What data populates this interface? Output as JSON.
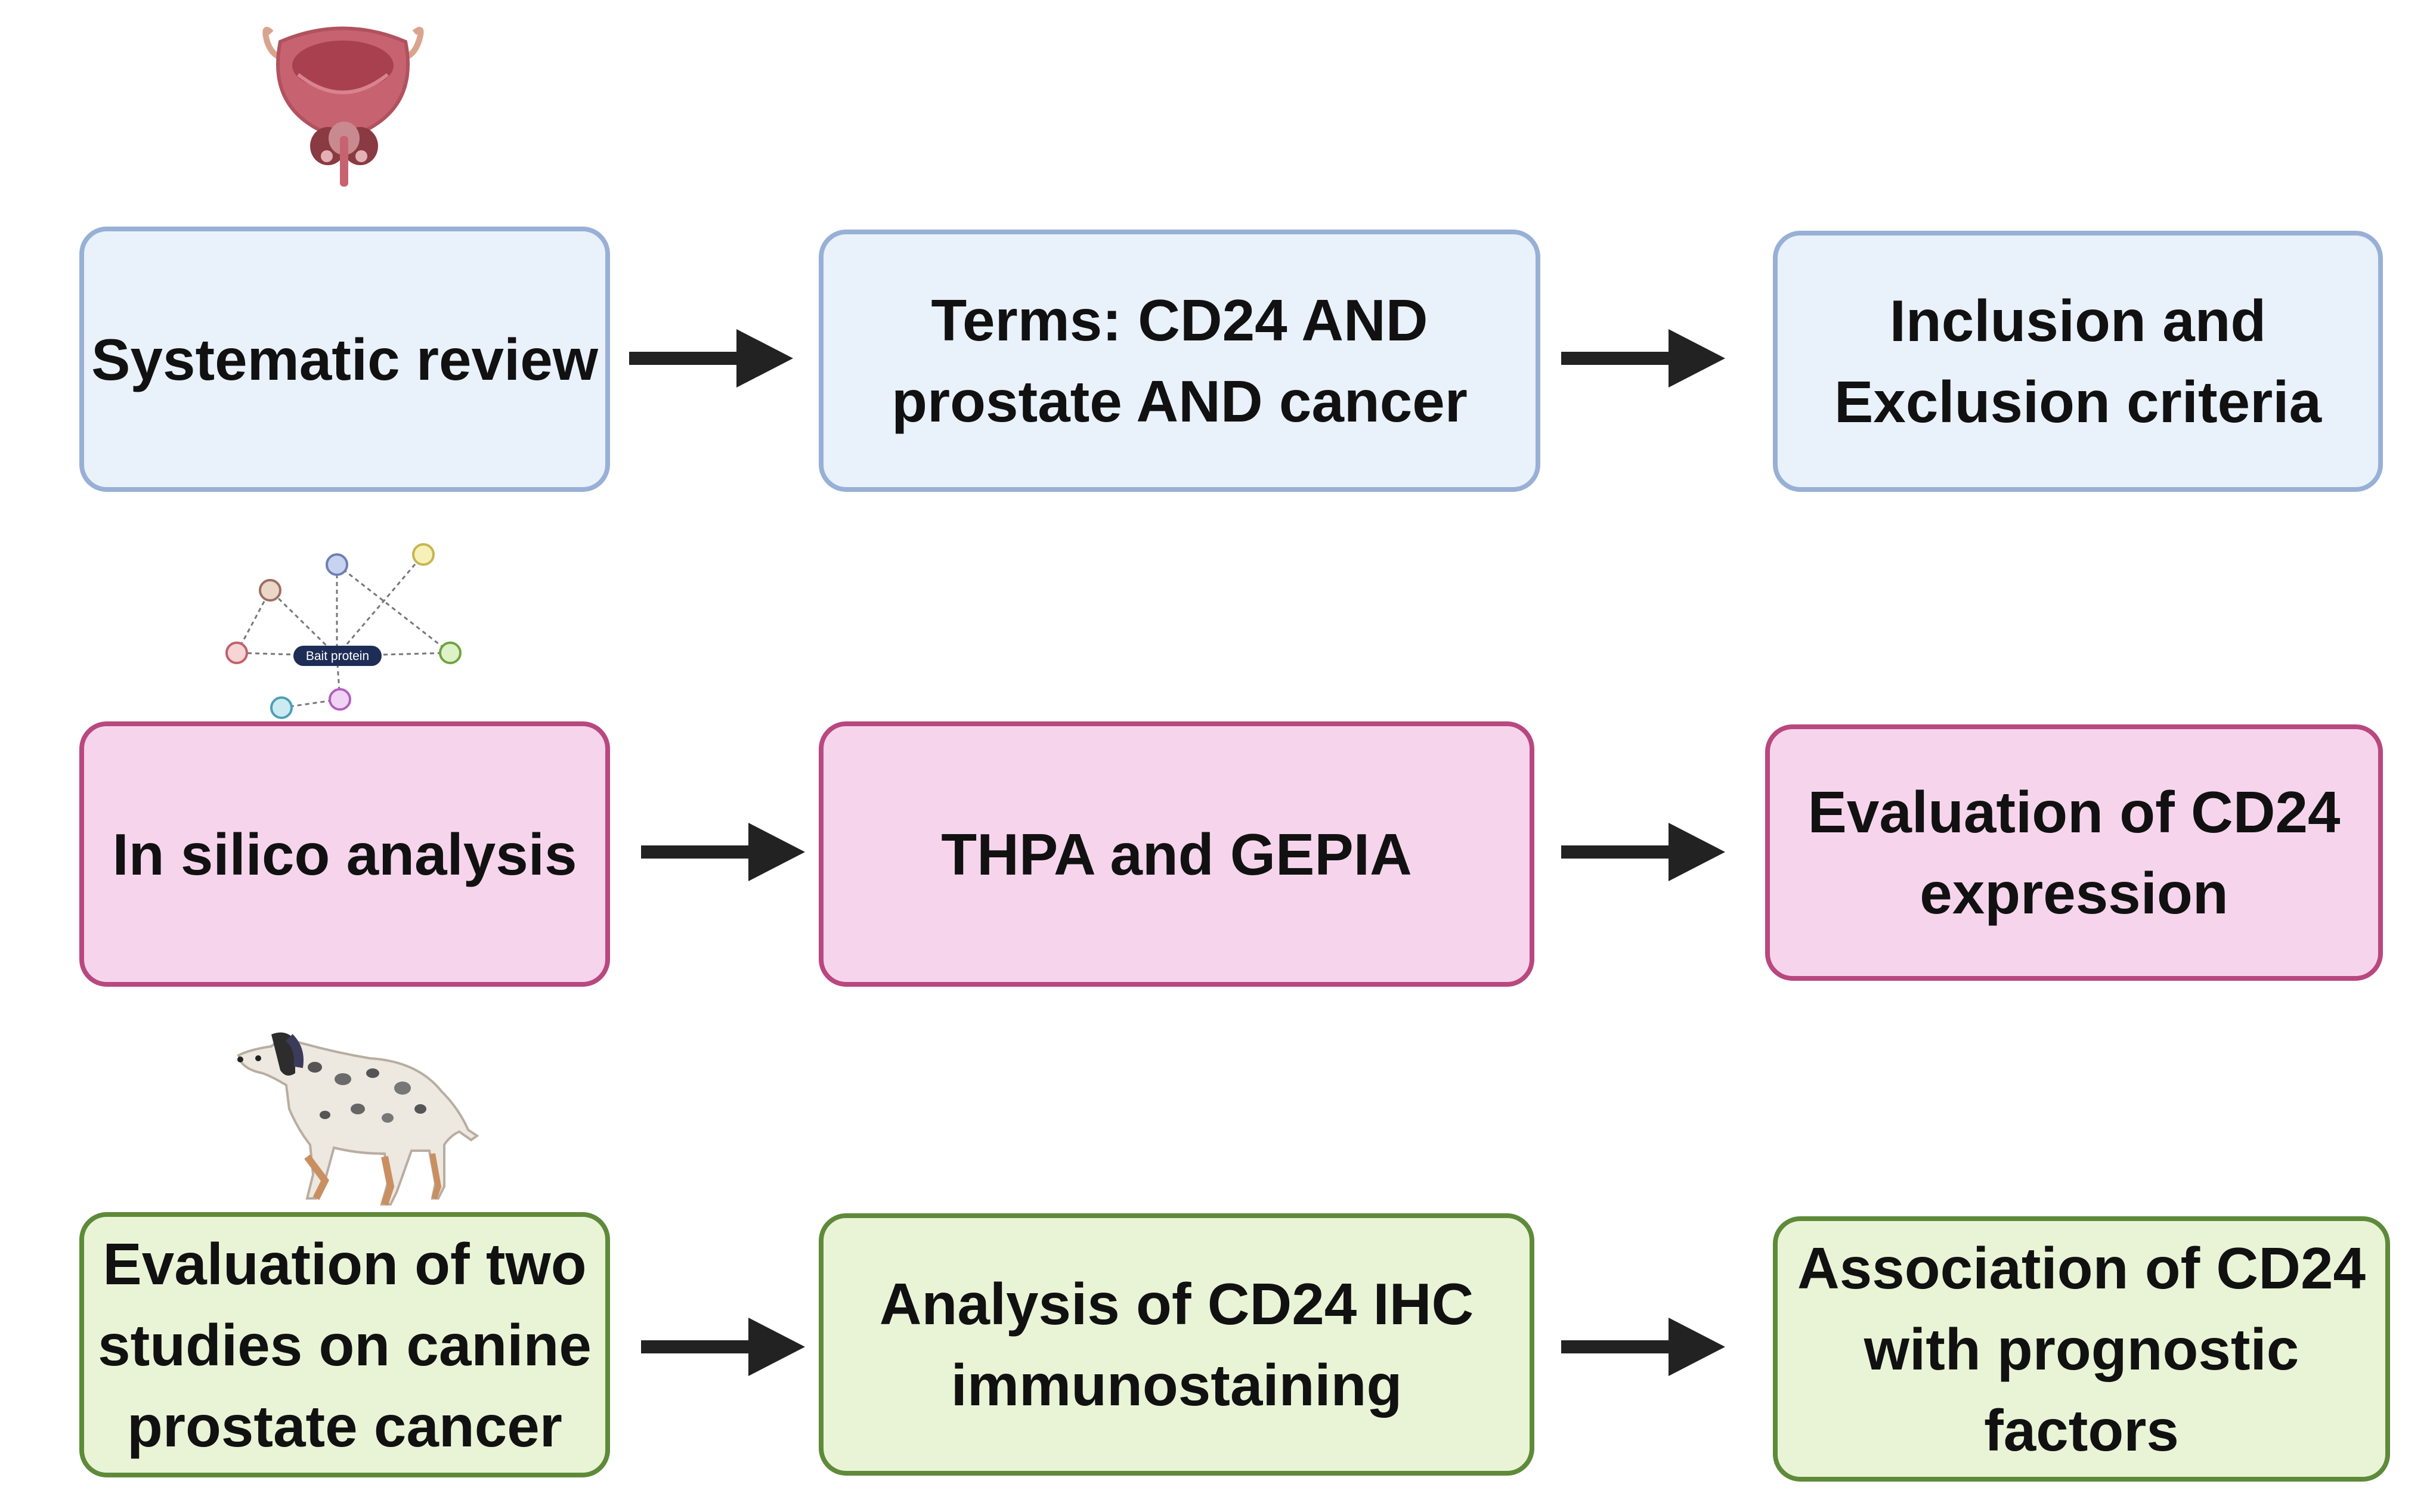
{
  "rows": [
    {
      "theme": "review",
      "color": "#e9f1fb",
      "border_color": "#98b0d6",
      "icon": "bladder-prostate-icon",
      "steps": [
        [
          "Systematic review"
        ],
        [
          "Terms: CD24 AND",
          "prostate AND cancer"
        ],
        [
          "Inclusion and",
          "Exclusion criteria"
        ]
      ]
    },
    {
      "theme": "in-silico",
      "color": "#f6d5ec",
      "border_color": "#b8487f",
      "icon": "protein-network-icon",
      "icon_label": "Bait protein",
      "steps": [
        [
          "In silico analysis"
        ],
        [
          "THPA and GEPIA"
        ],
        [
          "Evaluation of CD24",
          "expression"
        ]
      ]
    },
    {
      "theme": "canine",
      "color": "#e9f4d6",
      "border_color": "#5e8a3a",
      "icon": "dog-icon",
      "steps": [
        [
          "Evaluation of two",
          "studies on canine",
          "prostate cancer"
        ],
        [
          "Analysis of CD24 IHC",
          "immunostaining"
        ],
        [
          "Association of CD24",
          "with prognostic",
          "factors"
        ]
      ]
    }
  ],
  "arrow_color": "#222222"
}
